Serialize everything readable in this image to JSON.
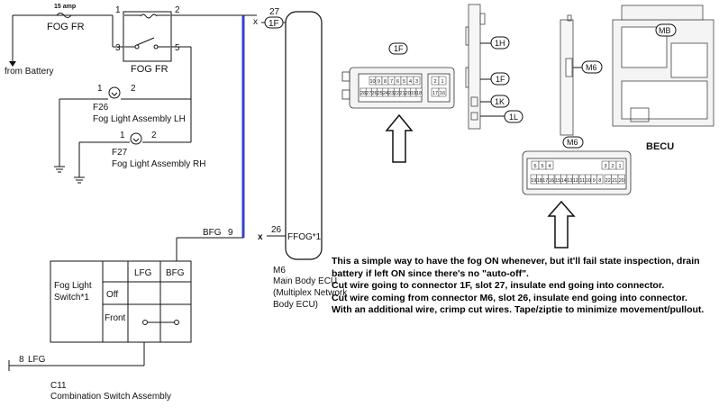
{
  "fuse": {
    "amp": "15 amp",
    "name": "FOG FR"
  },
  "battery": {
    "label": "from Battery"
  },
  "relay": {
    "name": "FOG FR",
    "pins": [
      "1",
      "2",
      "3",
      "5"
    ]
  },
  "fog_lh": {
    "id": "F26",
    "name": "Fog Light Assembly LH",
    "pin1": "1",
    "pin2": "2"
  },
  "fog_rh": {
    "id": "F27",
    "name": "Fog Light Assembly RH",
    "pin1": "1",
    "pin2": "2"
  },
  "conn_1f": {
    "slot": "27",
    "label": "1F",
    "cut": "x"
  },
  "ffog": {
    "slot": "26",
    "label": "FFOG*1",
    "cut": "x"
  },
  "bfg": {
    "label": "BFG",
    "pin": "9"
  },
  "ecu": {
    "id": "M6",
    "name": "Main Body ECU",
    "desc": "(Multiplex Network",
    "desc2": "Body ECU)"
  },
  "switch": {
    "title1": "Fog Light",
    "title2": "Switch*1",
    "col1": "LFG",
    "col2": "BFG",
    "row1": "Off",
    "row2": "Front"
  },
  "lfg": {
    "pin": "8",
    "label": "LFG"
  },
  "combo": {
    "id": "C11",
    "name": "Combination Switch Assembly"
  },
  "connectors": {
    "c1f_top": "1F",
    "c1h": "1H",
    "c1f": "1F",
    "c1k": "1K",
    "c1l": "1L",
    "m6": "M6",
    "mb": "MB",
    "becu": "BECU",
    "m6_bottom": "M6"
  },
  "conn_1f_pins": {
    "top_left": [
      "10",
      "9",
      "8",
      "7",
      "6",
      "5",
      "4",
      "3"
    ],
    "top_right": [
      "2",
      "1"
    ],
    "bottom_left": [
      "28",
      "27",
      "26",
      "25",
      "24",
      "23",
      "22",
      "21",
      "20",
      "19",
      "18"
    ],
    "bottom_right": [
      "17",
      "16"
    ]
  },
  "m6_pins": {
    "top_left": [
      "6",
      "5",
      "4"
    ],
    "top_right": [
      "3",
      "2",
      "1"
    ],
    "bottom_a": [
      "19",
      "18",
      "17",
      "16"
    ],
    "bottom_b": [
      "15",
      "14",
      "13",
      "12"
    ],
    "bottom_c": [
      "11",
      "10",
      "9",
      "8"
    ],
    "bottom_d": [
      "22",
      "21",
      "20"
    ]
  },
  "note": [
    "This a simple way to have the fog ON whenever, but it'll fail state inspection, drain battery if left ON since there's no \"auto-off\".",
    "Cut wire going to connector 1F, slot 27, insulate end going into connector.",
    "Cut wire coming from connector M6, slot 26, insulate end going into connector.",
    "With an additional wire, crimp cut wires. Tape/ziptie to minimize movement/pullout."
  ],
  "colors": {
    "wire": "#1a1a1a",
    "highlight_wire": "#3344cc"
  }
}
